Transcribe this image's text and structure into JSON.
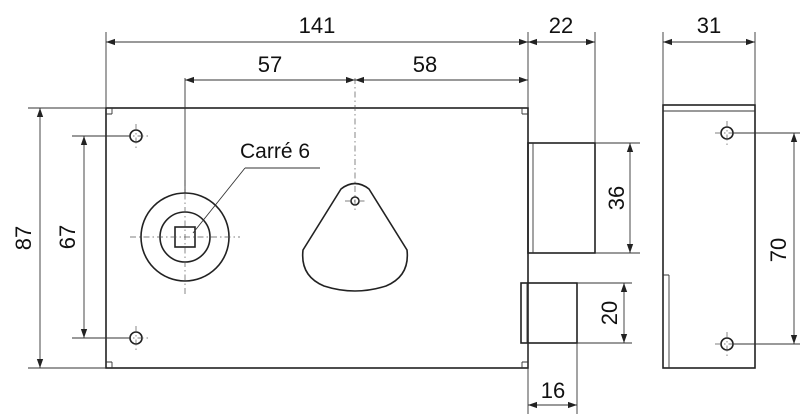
{
  "dimensions": {
    "width_total": "141",
    "bolt_projection": "22",
    "depth": "31",
    "spindle_offset": "57",
    "keyhole_offset": "58",
    "height_total": "87",
    "screw_spacing_front": "67",
    "deadbolt_height": "36",
    "latch_height": "20",
    "latch_projection": "16",
    "screw_spacing_side": "70"
  },
  "labels": {
    "spindle": "Carré 6"
  }
}
